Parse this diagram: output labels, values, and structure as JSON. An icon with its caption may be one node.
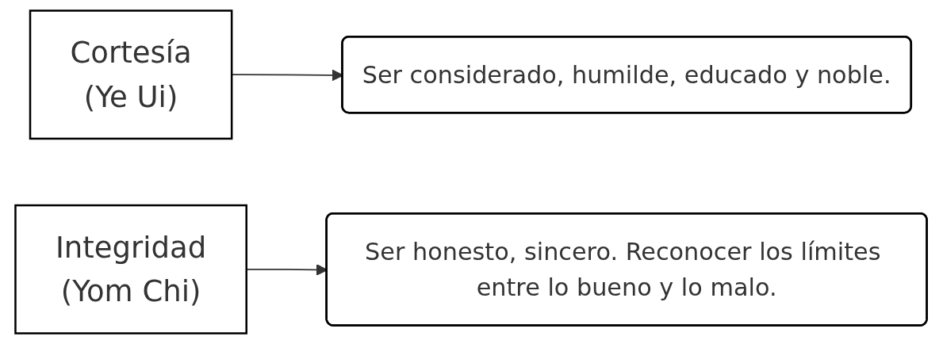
{
  "diagram": {
    "nodes": [
      {
        "text": [
          "Cortesía",
          "(Ye Ui)"
        ]
      },
      {
        "text": [
          "Ser considerado, humilde, educado y noble."
        ]
      },
      {
        "text": [
          "Integridad",
          "(Yom Chi)"
        ]
      },
      {
        "text": [
          "Ser honesto, sincero. Reconocer los límites entre lo bueno y lo malo."
        ]
      }
    ],
    "edges": [
      {
        "from": 0,
        "to": 1,
        "arrow": "to"
      },
      {
        "from": 2,
        "to": 3,
        "arrow": "to"
      }
    ]
  }
}
